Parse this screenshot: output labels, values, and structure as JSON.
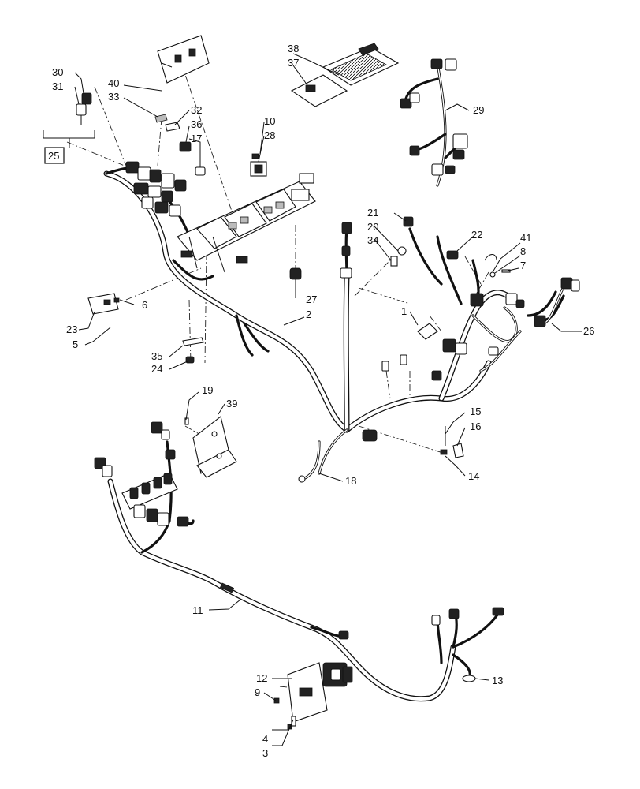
{
  "callouts": {
    "c1": "1",
    "c2": "2",
    "c3": "3",
    "c4": "4",
    "c5": "5",
    "c6": "6",
    "c7": "7",
    "c8": "8",
    "c9": "9",
    "c10": "10",
    "c11": "11",
    "c12": "12",
    "c13": "13",
    "c14": "14",
    "c15": "15",
    "c16": "16",
    "c17": "17",
    "c18": "18",
    "c19": "19",
    "c20": "20",
    "c21": "21",
    "c22": "22",
    "c23": "23",
    "c24": "24",
    "c25": "25",
    "c26": "26",
    "c27": "27",
    "c28": "28",
    "c29": "29",
    "c30": "30",
    "c31": "31",
    "c32": "32",
    "c33": "33",
    "c34": "34",
    "c35": "35",
    "c36": "36",
    "c37": "37",
    "c38": "38",
    "c39": "39",
    "c40": "40",
    "c41": "41"
  },
  "colors": {
    "line": "#111111",
    "background": "#ffffff"
  }
}
